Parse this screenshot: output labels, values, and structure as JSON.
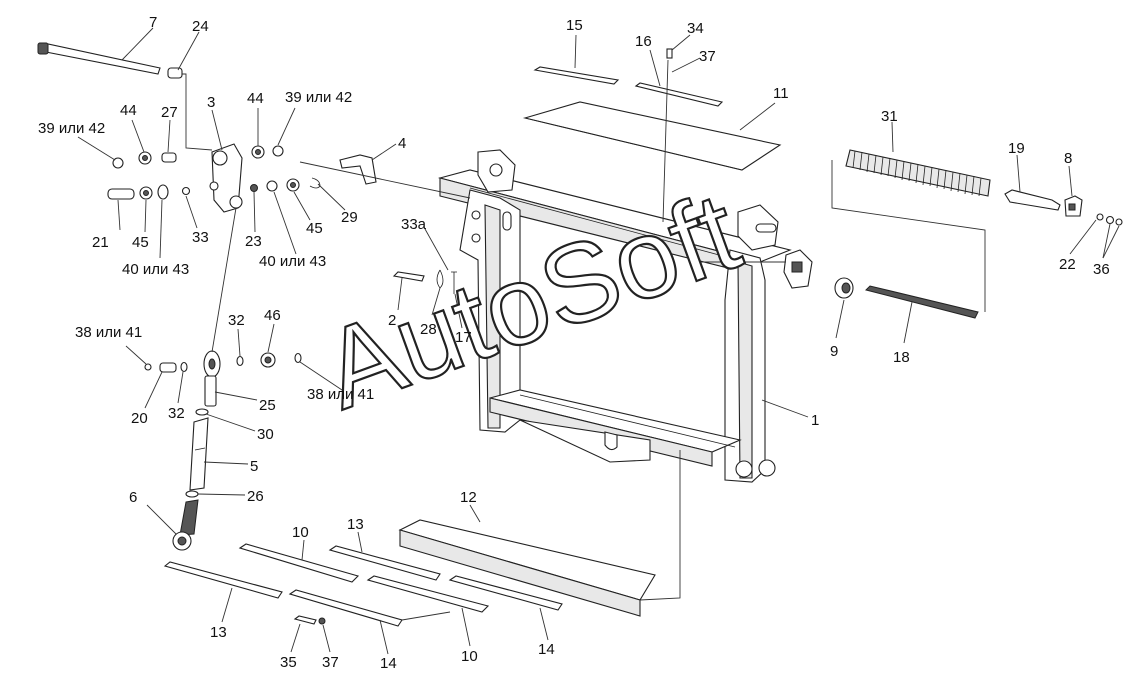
{
  "watermark": "AutoSoft",
  "colors": {
    "line": "#222222",
    "fill": "#ffffff",
    "shade": "#e8e8e8"
  },
  "callouts": [
    {
      "id": "c7",
      "text": "7"
    },
    {
      "id": "c24",
      "text": "24"
    },
    {
      "id": "c3",
      "text": "3"
    },
    {
      "id": "c44a",
      "text": "44"
    },
    {
      "id": "c3942a",
      "text": "39 или 42"
    },
    {
      "id": "c44b",
      "text": "44"
    },
    {
      "id": "c27",
      "text": "27"
    },
    {
      "id": "c3942b",
      "text": "39 или 42"
    },
    {
      "id": "c4",
      "text": "4"
    },
    {
      "id": "c21",
      "text": "21"
    },
    {
      "id": "c45a",
      "text": "45"
    },
    {
      "id": "c33",
      "text": "33"
    },
    {
      "id": "c23",
      "text": "23"
    },
    {
      "id": "c45b",
      "text": "45"
    },
    {
      "id": "c29",
      "text": "29"
    },
    {
      "id": "c4043a",
      "text": "40 или 43"
    },
    {
      "id": "c4043b",
      "text": "40 или 43"
    },
    {
      "id": "c15",
      "text": "15"
    },
    {
      "id": "c16",
      "text": "16"
    },
    {
      "id": "c34",
      "text": "34"
    },
    {
      "id": "c37a",
      "text": "37"
    },
    {
      "id": "c11",
      "text": "11"
    },
    {
      "id": "c31",
      "text": "31"
    },
    {
      "id": "c19",
      "text": "19"
    },
    {
      "id": "c8",
      "text": "8"
    },
    {
      "id": "c22",
      "text": "22"
    },
    {
      "id": "c36",
      "text": "36"
    },
    {
      "id": "c33a",
      "text": "33а"
    },
    {
      "id": "c2",
      "text": "2"
    },
    {
      "id": "c28",
      "text": "28"
    },
    {
      "id": "c17",
      "text": "17"
    },
    {
      "id": "c9",
      "text": "9"
    },
    {
      "id": "c18",
      "text": "18"
    },
    {
      "id": "c3841a",
      "text": "38 или 41"
    },
    {
      "id": "c32a",
      "text": "32"
    },
    {
      "id": "c46",
      "text": "46"
    },
    {
      "id": "c20",
      "text": "20"
    },
    {
      "id": "c32b",
      "text": "32"
    },
    {
      "id": "c25",
      "text": "25"
    },
    {
      "id": "c3841b",
      "text": "38 или 41"
    },
    {
      "id": "c30",
      "text": "30"
    },
    {
      "id": "c5",
      "text": "5"
    },
    {
      "id": "c1",
      "text": "1"
    },
    {
      "id": "c6",
      "text": "6"
    },
    {
      "id": "c26",
      "text": "26"
    },
    {
      "id": "c12",
      "text": "12"
    },
    {
      "id": "c10a",
      "text": "10"
    },
    {
      "id": "c13a",
      "text": "13"
    },
    {
      "id": "c13b",
      "text": "13"
    },
    {
      "id": "c14a",
      "text": "14"
    },
    {
      "id": "c10b",
      "text": "10"
    },
    {
      "id": "c14b",
      "text": "14"
    },
    {
      "id": "c35",
      "text": "35"
    },
    {
      "id": "c37b",
      "text": "37"
    }
  ]
}
